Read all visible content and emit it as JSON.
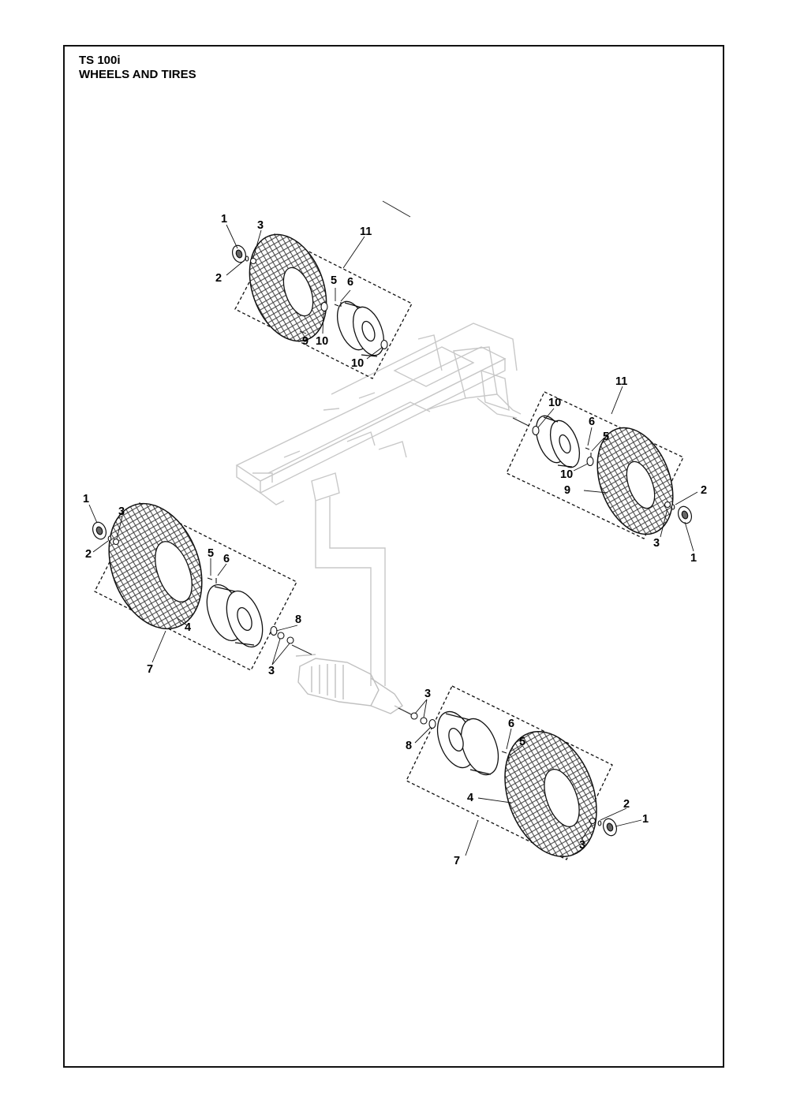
{
  "title": {
    "model": "TS 100i",
    "section": "WHEELS AND TIRES"
  },
  "callouts": [
    "1",
    "2",
    "3",
    "4",
    "5",
    "6",
    "7",
    "8",
    "9",
    "10",
    "11"
  ]
}
